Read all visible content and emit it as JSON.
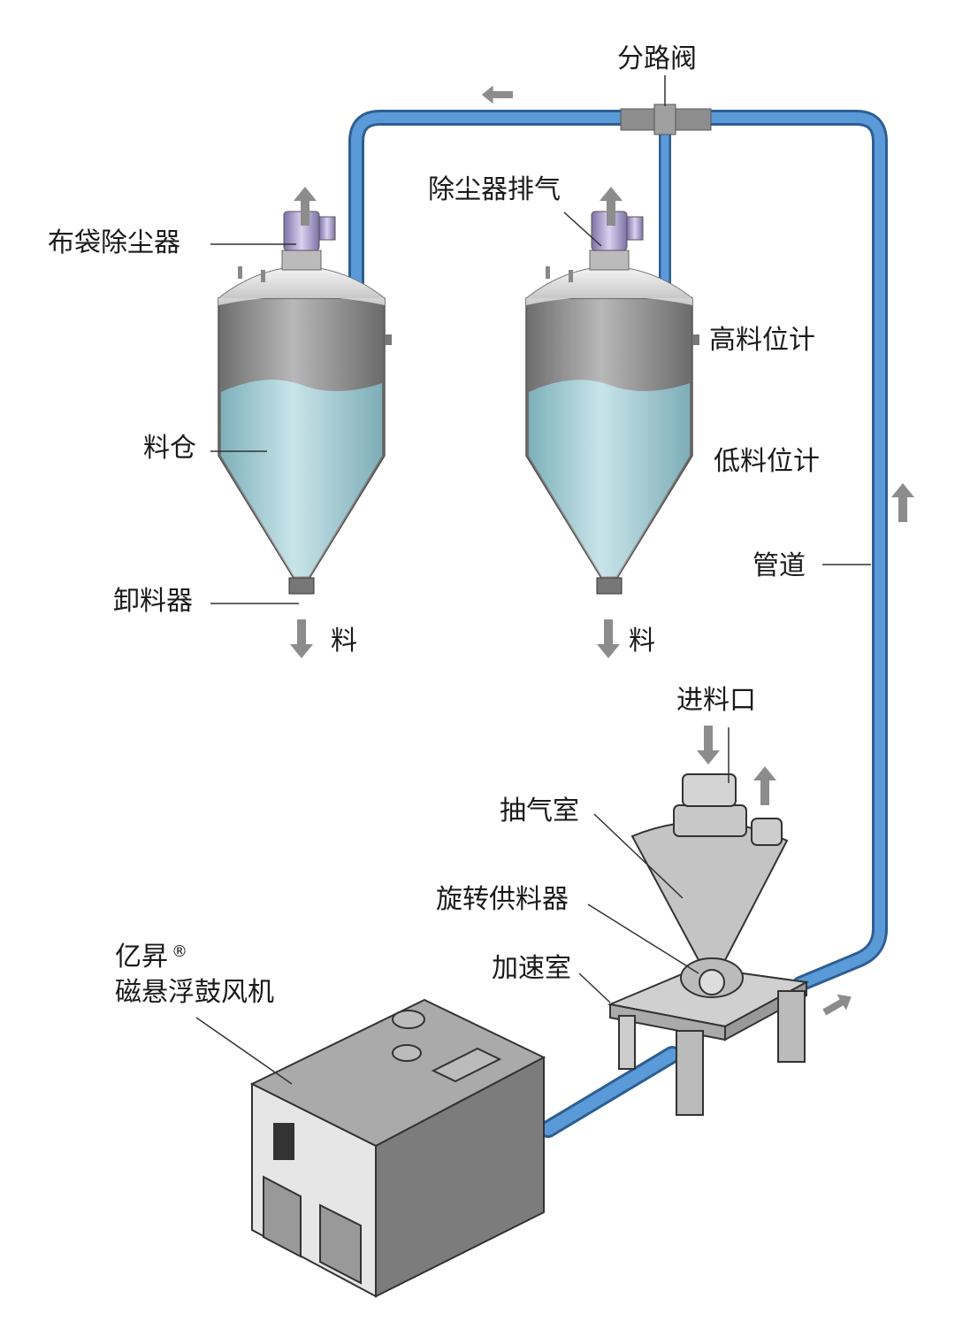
{
  "labels": {
    "diverter_valve": "分路阀",
    "dust_exhaust": "除尘器排气",
    "bag_filter": "布袋除尘器",
    "high_level": "高料位计",
    "silo": "料仓",
    "low_level": "低料位计",
    "pipeline": "管道",
    "discharger": "卸料器",
    "material_out_1": "料",
    "material_out_2": "料",
    "feed_inlet": "进料口",
    "suction_chamber": "抽气室",
    "rotary_feeder": "旋转供料器",
    "acceleration_chamber": "加速室",
    "brand": "亿昇",
    "registered_mark": "®",
    "blower": "磁悬浮鼓风机"
  },
  "colors": {
    "pipe": "#4a8bd0",
    "silo_metal": "#8a8a8a",
    "material": "#a9d6de",
    "arrow": "#8c8c8c",
    "filter": "#a89cc8"
  }
}
